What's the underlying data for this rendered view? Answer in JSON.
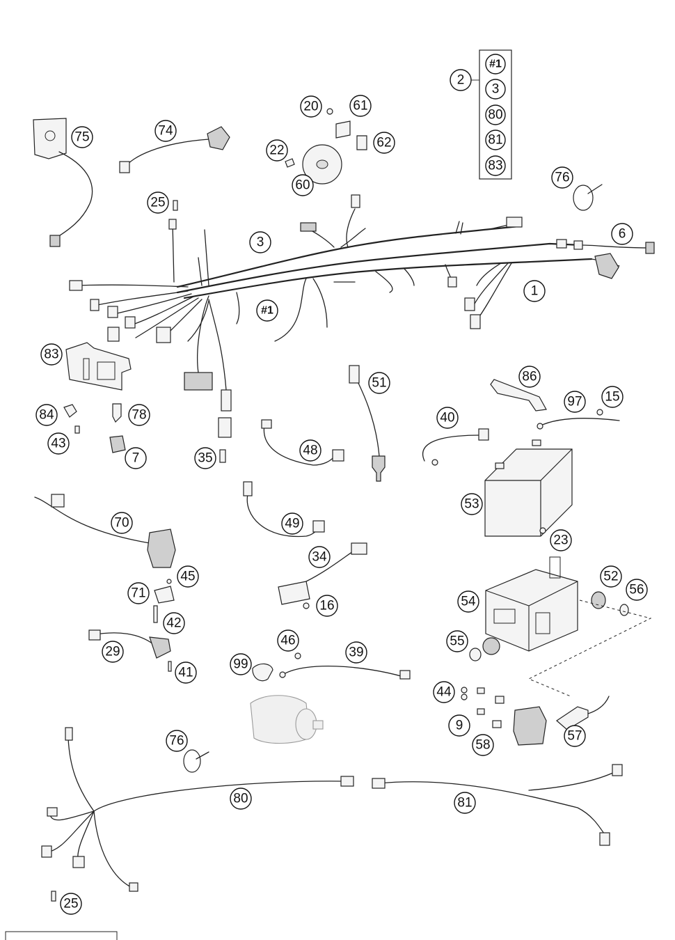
{
  "callouts": [
    {
      "id": "c-1",
      "label": "1"
    },
    {
      "id": "c-2",
      "label": "2"
    },
    {
      "id": "c-3",
      "label": "3"
    },
    {
      "id": "c-h1",
      "label": "#1"
    },
    {
      "id": "c-6",
      "label": "6"
    },
    {
      "id": "c-7",
      "label": "7"
    },
    {
      "id": "c-9",
      "label": "9"
    },
    {
      "id": "c-15",
      "label": "15"
    },
    {
      "id": "c-16",
      "label": "16"
    },
    {
      "id": "c-20",
      "label": "20"
    },
    {
      "id": "c-22",
      "label": "22"
    },
    {
      "id": "c-23",
      "label": "23"
    },
    {
      "id": "c-25a",
      "label": "25"
    },
    {
      "id": "c-25b",
      "label": "25"
    },
    {
      "id": "c-29",
      "label": "29"
    },
    {
      "id": "c-34",
      "label": "34"
    },
    {
      "id": "c-35",
      "label": "35"
    },
    {
      "id": "c-39",
      "label": "39"
    },
    {
      "id": "c-40",
      "label": "40"
    },
    {
      "id": "c-41",
      "label": "41"
    },
    {
      "id": "c-42",
      "label": "42"
    },
    {
      "id": "c-43",
      "label": "43"
    },
    {
      "id": "c-44",
      "label": "44"
    },
    {
      "id": "c-45",
      "label": "45"
    },
    {
      "id": "c-46",
      "label": "46"
    },
    {
      "id": "c-48",
      "label": "48"
    },
    {
      "id": "c-49",
      "label": "49"
    },
    {
      "id": "c-51",
      "label": "51"
    },
    {
      "id": "c-52",
      "label": "52"
    },
    {
      "id": "c-53",
      "label": "53"
    },
    {
      "id": "c-54",
      "label": "54"
    },
    {
      "id": "c-55",
      "label": "55"
    },
    {
      "id": "c-56",
      "label": "56"
    },
    {
      "id": "c-57",
      "label": "57"
    },
    {
      "id": "c-58",
      "label": "58"
    },
    {
      "id": "c-60",
      "label": "60"
    },
    {
      "id": "c-61",
      "label": "61"
    },
    {
      "id": "c-62",
      "label": "62"
    },
    {
      "id": "c-70",
      "label": "70"
    },
    {
      "id": "c-71",
      "label": "71"
    },
    {
      "id": "c-74",
      "label": "74"
    },
    {
      "id": "c-75",
      "label": "75"
    },
    {
      "id": "c-76a",
      "label": "76"
    },
    {
      "id": "c-76b",
      "label": "76"
    },
    {
      "id": "c-78",
      "label": "78"
    },
    {
      "id": "c-80",
      "label": "80"
    },
    {
      "id": "c-81",
      "label": "81"
    },
    {
      "id": "c-83",
      "label": "83"
    },
    {
      "id": "c-84",
      "label": "84"
    },
    {
      "id": "c-86",
      "label": "86"
    },
    {
      "id": "c-97",
      "label": "97"
    },
    {
      "id": "c-99",
      "label": "99"
    }
  ],
  "kit_list": [
    {
      "id": "k-h1",
      "label": "#1"
    },
    {
      "id": "k-3",
      "label": "3"
    },
    {
      "id": "k-80",
      "label": "80"
    },
    {
      "id": "k-81",
      "label": "81"
    },
    {
      "id": "k-83",
      "label": "83"
    }
  ]
}
